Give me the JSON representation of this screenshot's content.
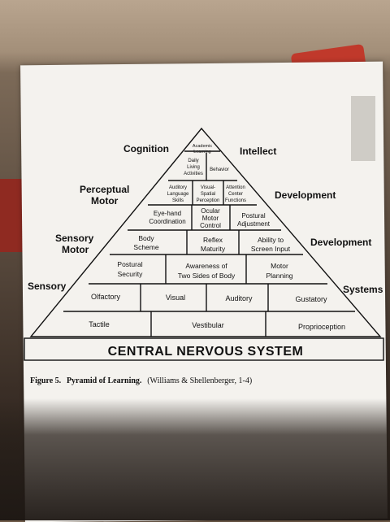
{
  "side_labels": {
    "cognition": "Cognition",
    "intellect": "Intellect",
    "perceptual_motor_1": "Perceptual",
    "perceptual_motor_2": "Motor",
    "development_1": "Development",
    "sensory_motor_1": "Sensory",
    "sensory_motor_2": "Motor",
    "development_2": "Development",
    "sensory": "Sensory",
    "systems": "Systems"
  },
  "levels": {
    "apex": [
      "Academic",
      "Learning"
    ],
    "row2": {
      "daily_living": [
        "Daily",
        "Living",
        "Activities"
      ],
      "behavior": [
        "Behavior"
      ]
    },
    "row3": {
      "auditory_language": [
        "Auditory",
        "Language",
        "Skills"
      ],
      "visual_spatial": [
        "Visual-",
        "Spatial",
        "Perception"
      ],
      "attention_center": [
        "Attention",
        "Center",
        "Functions"
      ]
    },
    "row4": {
      "eye_hand": [
        "Eye-hand",
        "Coordination"
      ],
      "ocular_motor": [
        "Ocular",
        "Motor",
        "Control"
      ],
      "postural_adjustment": [
        "Postural",
        "Adjustment"
      ]
    },
    "row5": {
      "body_scheme": [
        "Body",
        "Scheme"
      ],
      "reflex_maturity": [
        "Reflex",
        "Maturity"
      ],
      "screen_input": [
        "Ability to",
        "Screen Input"
      ]
    },
    "row6": {
      "postural_security": [
        "Postural",
        "Security"
      ],
      "awareness": [
        "Awareness of",
        "Two Sides of Body"
      ],
      "motor_planning": [
        "Motor",
        "Planning"
      ]
    },
    "row7": {
      "olfactory": "Olfactory",
      "visual": "Visual",
      "auditory": "Auditory",
      "gustatory": "Gustatory"
    },
    "row8": {
      "tactile": "Tactile",
      "vestibular": "Vestibular",
      "proprioception": "Proprioception"
    }
  },
  "base_label": "CENTRAL NERVOUS SYSTEM",
  "caption": {
    "figure": "Figure 5.",
    "title": "Pyramid of Learning.",
    "citation": "(Williams & Shellenberger, 1-4)"
  }
}
